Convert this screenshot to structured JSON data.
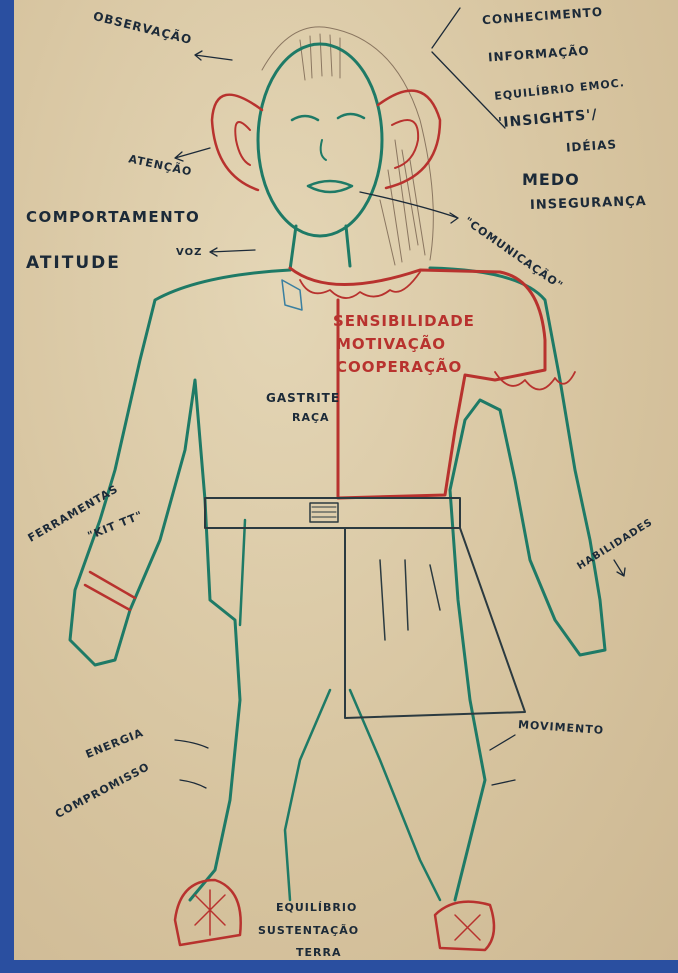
{
  "colors": {
    "paper": "#d9c8a4",
    "board_edge": "#2a4fa0",
    "green_marker": "#1e7a66",
    "red_marker": "#b8322e",
    "dark_marker": "#1c2a38"
  },
  "poster": {
    "left_side": {
      "observacao": "OBSERVAÇÃO",
      "atencao": "ATENÇÃO",
      "comportamento": "COMPORTAMENTO",
      "atitude": "ATITUDE",
      "voz": "VOZ",
      "ferramentas": "FERRAMENTAS",
      "kit": "\"KIT TT\"",
      "energia": "ENERGIA",
      "compromisso": "COMPROMISSO"
    },
    "right_side": {
      "conhecimento": "CONHECIMENTO",
      "informacao": "INFORMAÇÃO",
      "equilibrio_emoc": "EQUILÍBRIO EMOC.",
      "insights": "'INSIGHTS'/",
      "ideias": "IDÉIAS",
      "medo": "MEDO",
      "inseguranca": "INSEGURANÇA",
      "comunicacao": "\"COMUNICAÇÃO\"",
      "habilidades": "HABILIDADES",
      "movimento": "MOVIMENTO"
    },
    "torso": {
      "sensibilidade": "SENSIBILIDADE",
      "motivacao": "MOTIVAÇÃO",
      "cooperacao": "COOPERAÇÃO",
      "gastrite": "GASTRITE",
      "raca": "RAÇA"
    },
    "feet": {
      "equilibrio": "EQUILÍBRIO",
      "sustentacao": "SUSTENTAÇÃO",
      "terra": "TERRA"
    }
  }
}
